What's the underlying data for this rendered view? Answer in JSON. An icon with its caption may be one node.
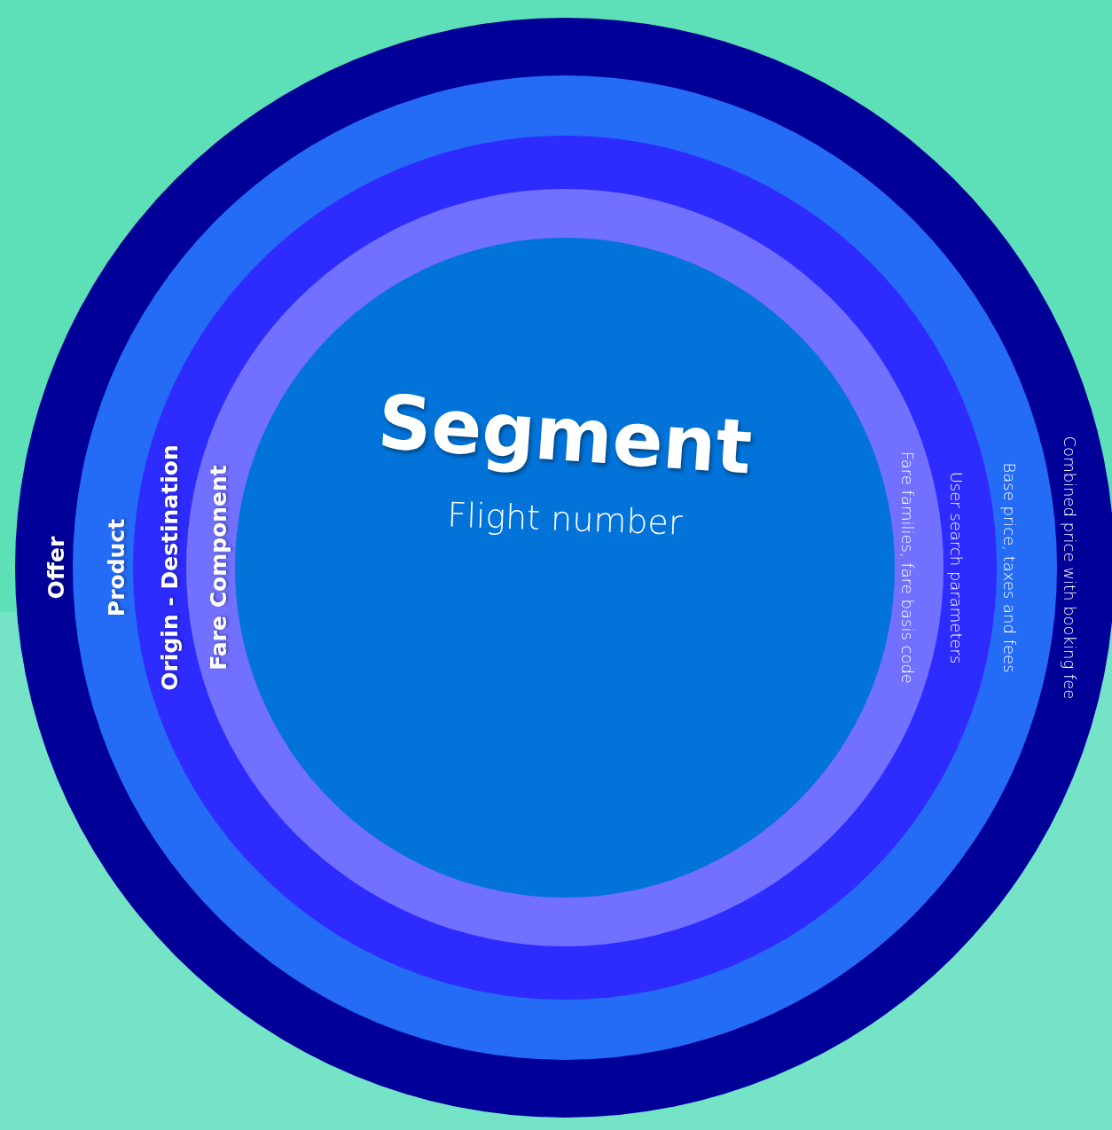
{
  "diagram": {
    "nodes": [
      {
        "text": [
          "Offer",
          "Combined price with booking fee"
        ]
      },
      {
        "text": [
          "Product",
          "Base price, taxes and fees"
        ],
        "in": 0
      },
      {
        "text": [
          "Origin - Destination",
          "User search parameters"
        ],
        "in": 1
      },
      {
        "text": [
          "Fare Component",
          "Fare families, fare basis code"
        ],
        "in": 2
      },
      {
        "text": [
          "Segment",
          "Flight number"
        ],
        "in": 3
      }
    ]
  }
}
